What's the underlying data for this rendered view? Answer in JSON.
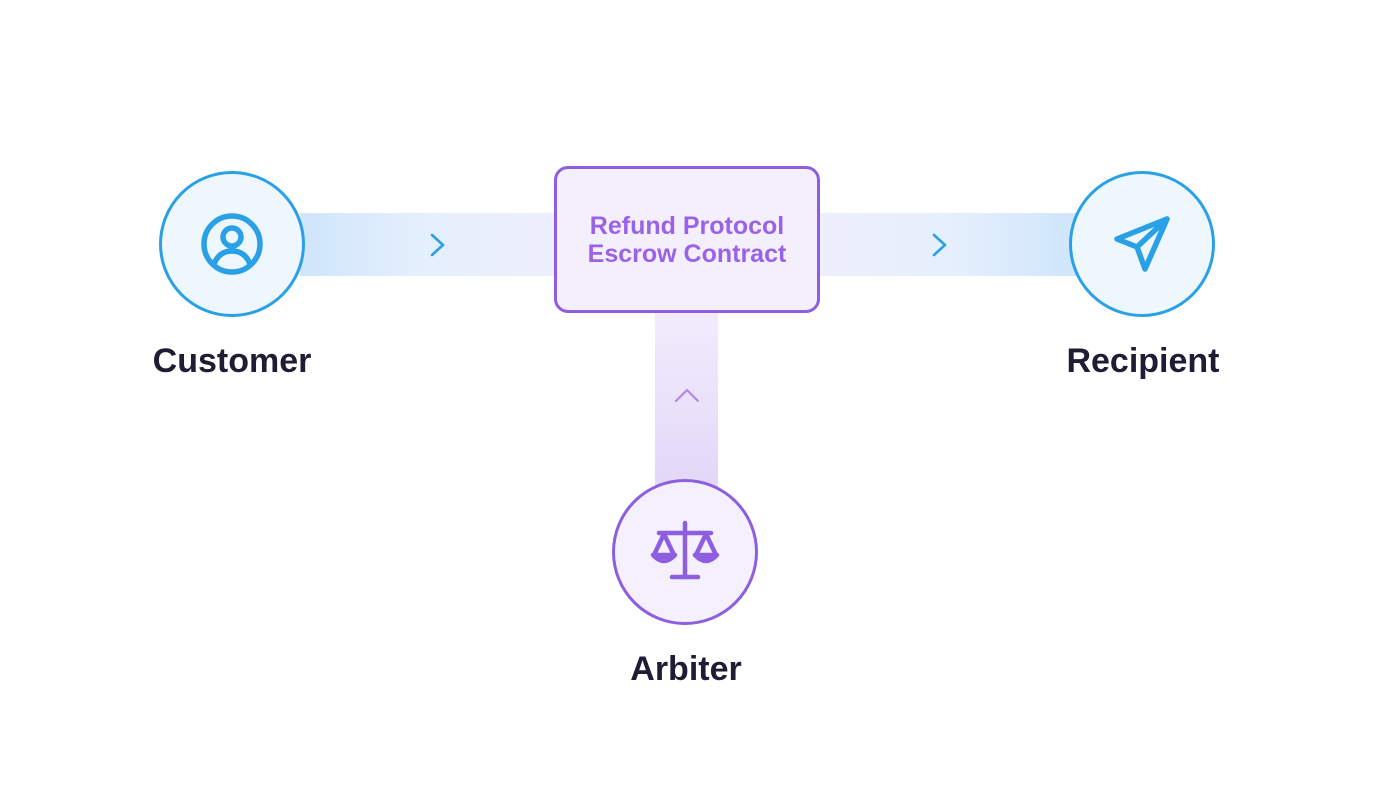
{
  "nodes": {
    "customer": {
      "label": "Customer",
      "icon": "user-icon"
    },
    "recipient": {
      "label": "Recipient",
      "icon": "send-icon"
    },
    "arbiter": {
      "label": "Arbiter",
      "icon": "scales-icon"
    }
  },
  "contract": {
    "line1": "Refund Protocol",
    "line2": "Escrow Contract"
  },
  "colors": {
    "blue": "#2aa0e6",
    "purple": "#8e5ee0",
    "text": "#1f1d33",
    "contract_text": "#9a62e8"
  }
}
